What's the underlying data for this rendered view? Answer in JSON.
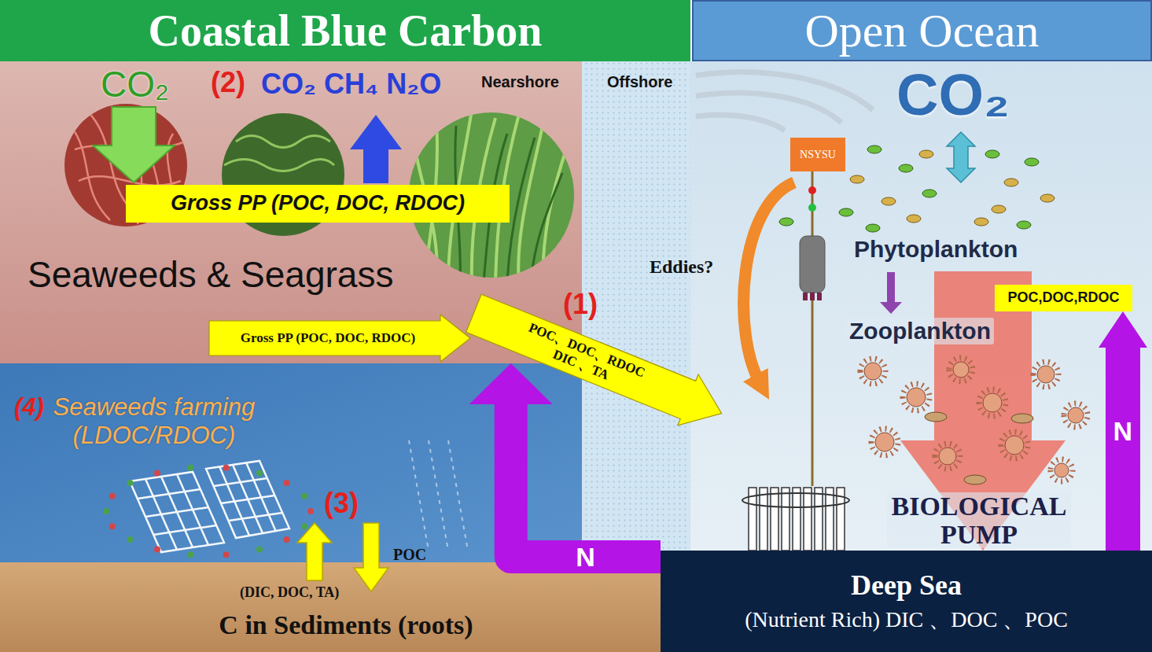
{
  "diagram": {
    "nodes": [
      {
        "text": [
          "Coastal Blue Carbon"
        ]
      },
      {
        "text": [
          "Open Ocean"
        ]
      },
      {
        "text": [
          "Gross PP (POC, DOC, RDOC)"
        ]
      },
      {
        "text": [
          "Gross PP (POC, DOC, RDOC)"
        ]
      },
      {
        "text": [
          "POC、DOC、RDOC DIC 、TA"
        ]
      },
      {
        "text": [
          "(4)",
          "Seaweeds farming (LDOC/RDOC)"
        ]
      },
      {
        "text": [
          "C in Sediments (roots)"
        ]
      },
      {
        "text": [
          "NSYSU"
        ]
      },
      {
        "text": [
          "POC,DOC,RDOC"
        ]
      },
      {
        "text": [
          "Deep Sea",
          "(Nutrient Rich) DIC 、DOC 、POC"
        ]
      }
    ],
    "edges": [
      {
        "from": 9,
        "to": 5,
        "label": "N",
        "arrow": "to"
      },
      {
        "from": 9,
        "to": 8,
        "label": "N",
        "arrow": "to"
      }
    ],
    "labels": [
      "Nearshore",
      "Offshore",
      "CO₂",
      "(2)",
      "CO₂ CH₄ N₂O",
      "Seaweeds & Seagrass",
      "(1)",
      "(3)",
      "POC",
      "(DIC, DOC, TA)",
      "Eddies?",
      "CO₂",
      "Phytoplankton",
      "Zooplankton",
      "BIOLOGICAL PUMP"
    ]
  }
}
